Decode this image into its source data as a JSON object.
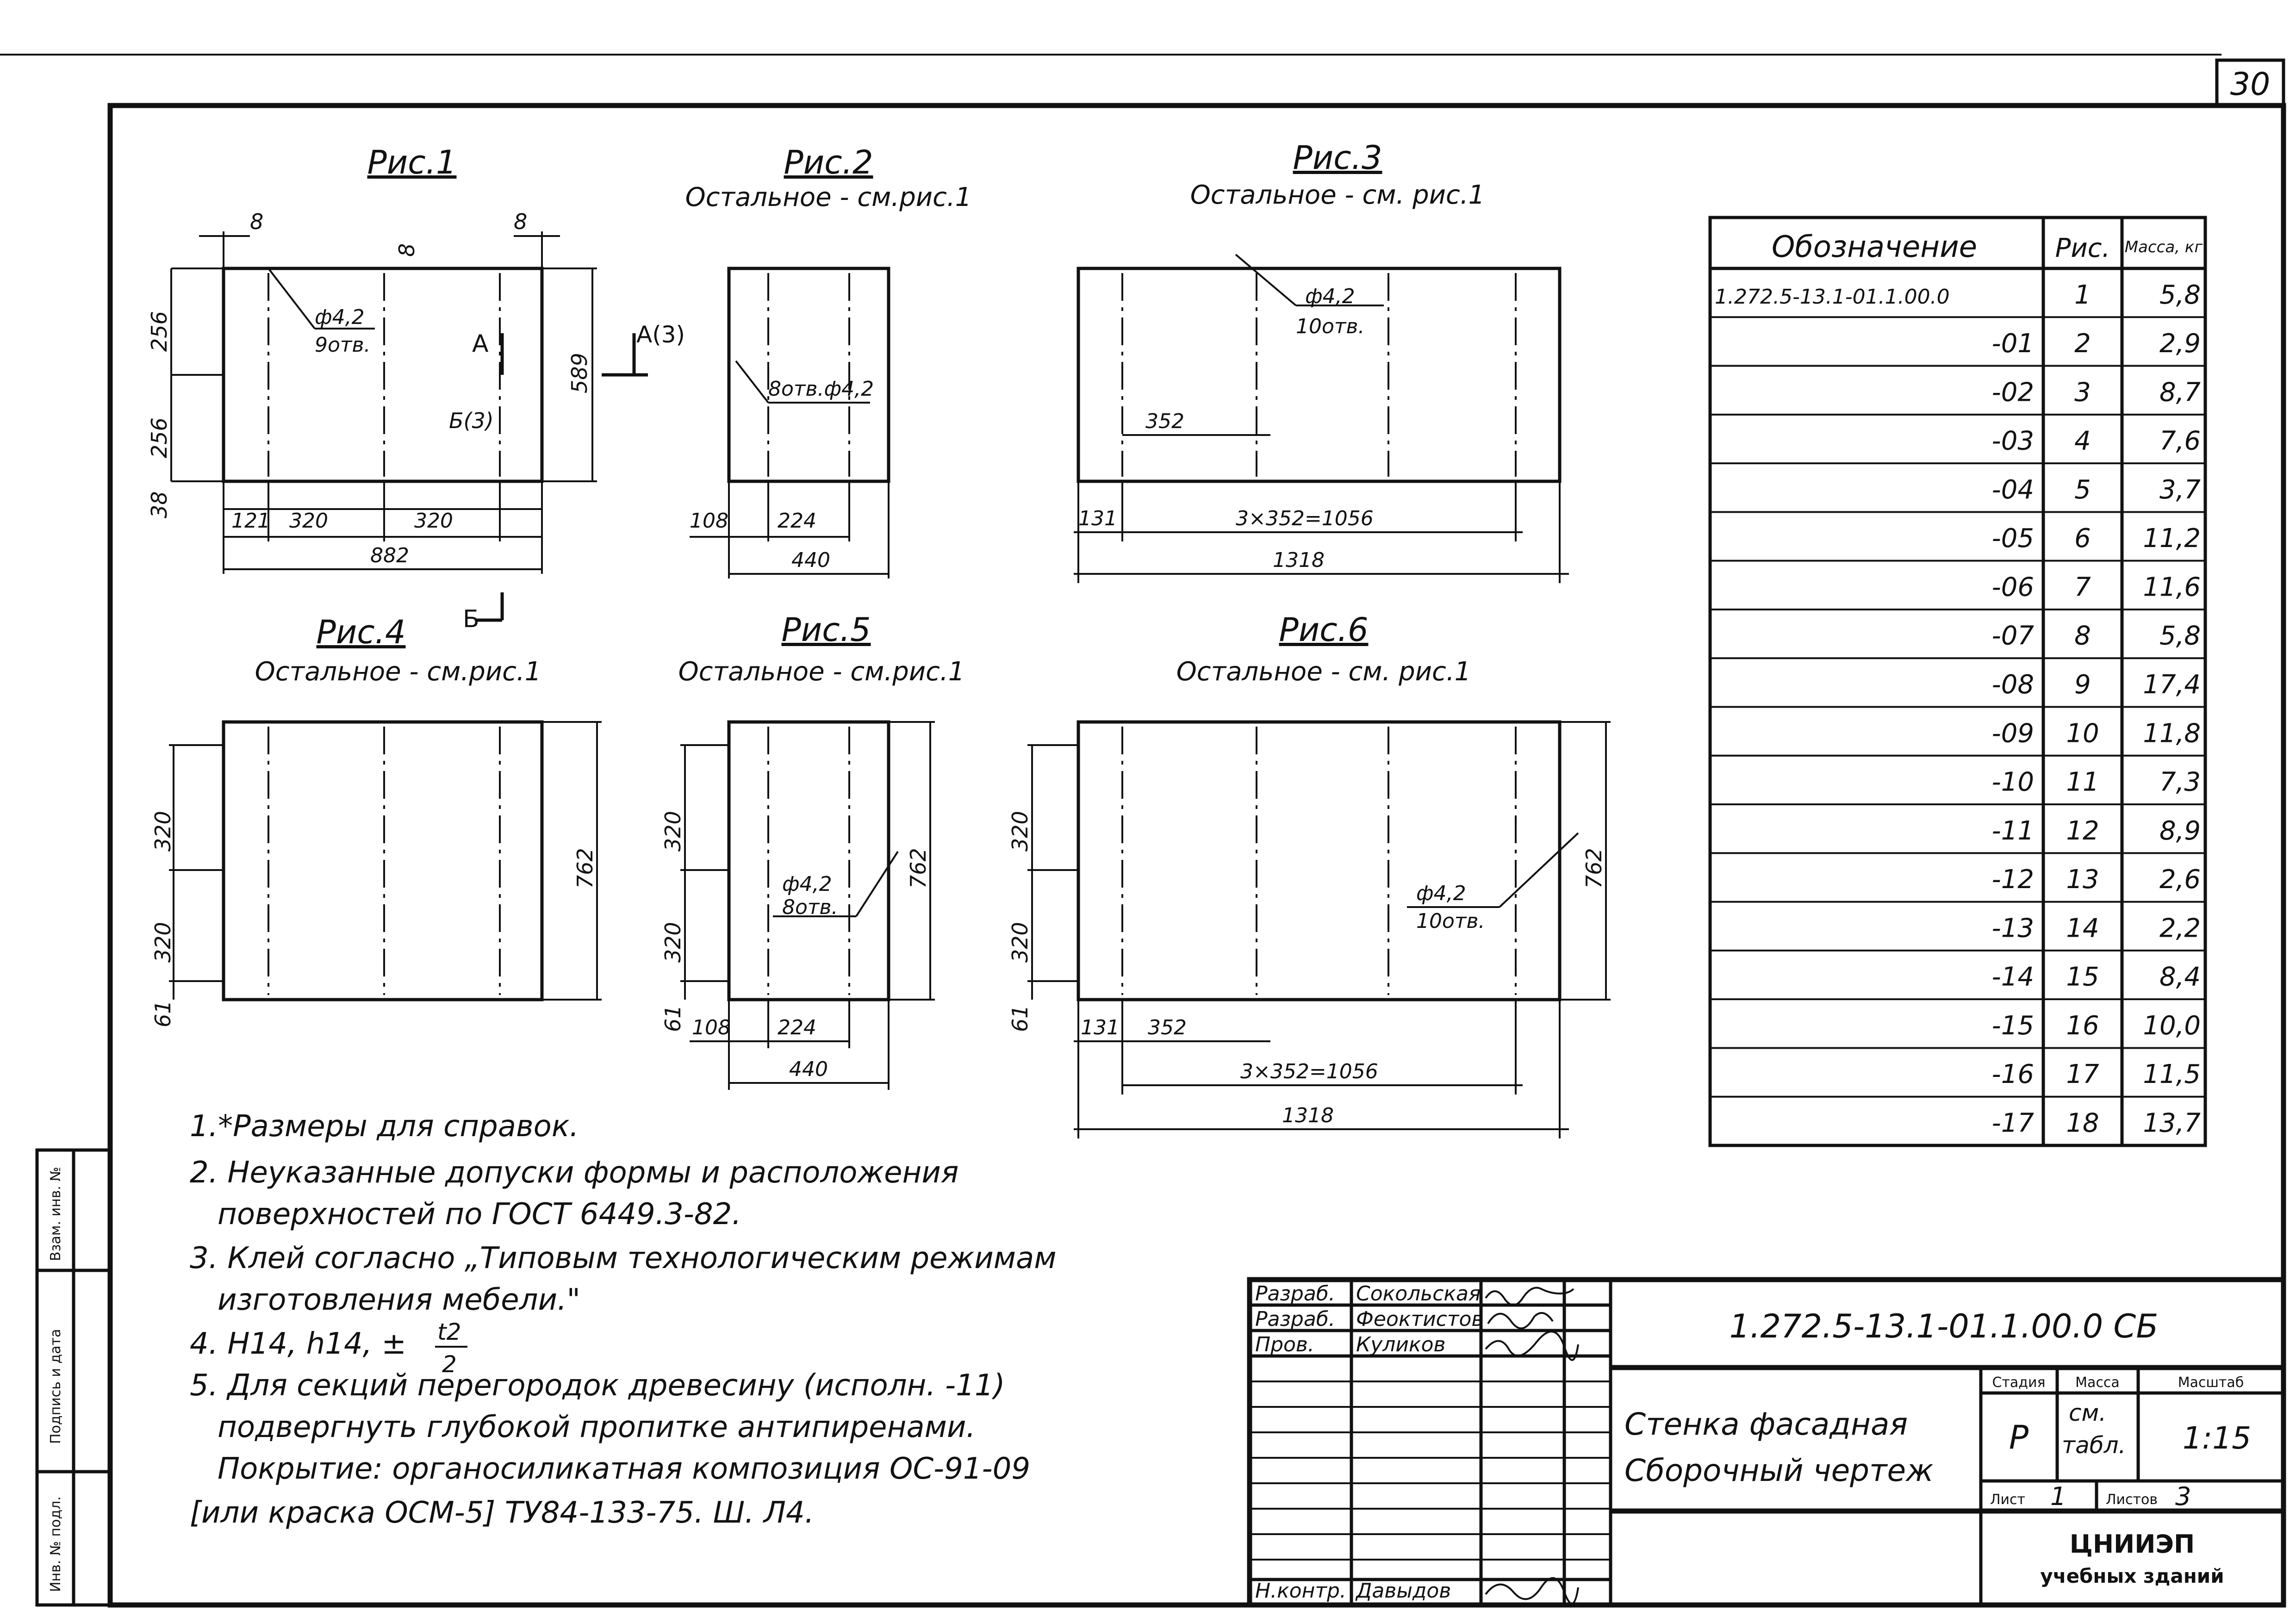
{
  "sheet_number": "30",
  "figures": [
    {
      "title": "Рис.1",
      "subtitle": "",
      "hole_note_a": "ф4,2",
      "hole_note_b": "9отв."
    },
    {
      "title": "Рис.2",
      "subtitle": "Остальное - см.рис.1",
      "hole_note": "8отв.ф4,2"
    },
    {
      "title": "Рис.3",
      "subtitle": "Остальное - см. рис.1",
      "hole_note_a": "ф4,2",
      "hole_note_b": "10отв."
    },
    {
      "title": "Рис.4",
      "subtitle": "Остальное - см.рис.1"
    },
    {
      "title": "Рис.5",
      "subtitle": "Остальное - см.рис.1",
      "hole_note_a": "ф4,2",
      "hole_note_b": "8отв."
    },
    {
      "title": "Рис.6",
      "subtitle": "Остальное - см. рис.1",
      "hole_note_a": "ф4,2",
      "hole_note_b": "10отв."
    }
  ],
  "dims": {
    "f1": {
      "top_left": "8",
      "top_right": "8",
      "left_a": "256",
      "left_b": "256",
      "left_c": "38",
      "height": "589",
      "bottom_a": "121",
      "bottom_b": "320",
      "bottom_c": "320",
      "width": "882",
      "section_a": "A",
      "section_a3": "A(3)",
      "section_b3": "Б(3)",
      "section_b": "Б",
      "top_mid": "8"
    },
    "f2": {
      "bottom_a": "108",
      "bottom_b": "224",
      "width": "440"
    },
    "f3": {
      "mid": "352",
      "bottom_a": "131",
      "bottom_b": "3×352=1056",
      "width": "1318"
    },
    "f4": {
      "left_a": "320",
      "left_b": "320",
      "left_c": "61",
      "height": "762"
    },
    "f5": {
      "left_a": "320",
      "left_b": "320",
      "left_c": "61",
      "height": "762",
      "bottom_a": "108",
      "bottom_b": "224",
      "width": "440"
    },
    "f6": {
      "left_a": "320",
      "left_b": "320",
      "left_c": "61",
      "height": "762",
      "bottom_a": "131",
      "bottom_b": "352",
      "span": "3×352=1056",
      "width": "1318"
    }
  },
  "spec_table": {
    "headers": [
      "Обозначение",
      "Рис.",
      "Масса, кг"
    ],
    "rows": [
      [
        "1.272.5-13.1-01.1.00.0",
        "1",
        "5,8"
      ],
      [
        "-01",
        "2",
        "2,9"
      ],
      [
        "-02",
        "3",
        "8,7"
      ],
      [
        "-03",
        "4",
        "7,6"
      ],
      [
        "-04",
        "5",
        "3,7"
      ],
      [
        "-05",
        "6",
        "11,2"
      ],
      [
        "-06",
        "7",
        "11,6"
      ],
      [
        "-07",
        "8",
        "5,8"
      ],
      [
        "-08",
        "9",
        "17,4"
      ],
      [
        "-09",
        "10",
        "11,8"
      ],
      [
        "-10",
        "11",
        "7,3"
      ],
      [
        "-11",
        "12",
        "8,9"
      ],
      [
        "-12",
        "13",
        "2,6"
      ],
      [
        "-13",
        "14",
        "2,2"
      ],
      [
        "-14",
        "15",
        "8,4"
      ],
      [
        "-15",
        "16",
        "10,0"
      ],
      [
        "-16",
        "17",
        "11,5"
      ],
      [
        "-17",
        "18",
        "13,7"
      ]
    ]
  },
  "notes": [
    "1.*Размеры для справок.",
    "2. Неуказанные допуски формы и расположения",
    "поверхностей по ГОСТ 6449.3-82.",
    "3. Клей согласно „Типовым технологическим режимам",
    "изготовления мебели.\"",
    "4. Н14, h14, ±",
    "5. Для секций перегородок древесину (исполн. -11)",
    "подвергнуть глубокой пропитке антипиренами.",
    "Покрытие: органосиликатная композиция ОС-91-09",
    "[или краска ОСМ-5] ТУ84-133-75. Ш. Л4."
  ],
  "note4_frac": {
    "num": "t2",
    "den": "2"
  },
  "title_block": {
    "designation": "1.272.5-13.1-01.1.00.0 СБ",
    "name_line1": "Стенка фасадная",
    "name_line2": "Сборочный чертеж",
    "roles": [
      {
        "role": "Разраб.",
        "name": "Сокольская"
      },
      {
        "role": "Разраб.",
        "name": "Феоктистов"
      },
      {
        "role": "Пров.",
        "name": "Куликов"
      },
      {
        "role": "Н.контр.",
        "name": "Давыдов"
      }
    ],
    "stage_label": "Стадия",
    "mass_label": "Масса",
    "scale_label": "Масштаб",
    "stage": "Р",
    "mass_a": "см.",
    "mass_b": "табл.",
    "scale": "1:15",
    "sheet_label": "Лист",
    "sheet_value": "1",
    "sheets_label": "Листов",
    "sheets_value": "3",
    "org_line1": "ЦНИИЭП",
    "org_line2": "учебных зданий"
  },
  "side_stamp": [
    "Инв. № подл.",
    "Подпись и дата",
    "Взам. инв. №"
  ]
}
